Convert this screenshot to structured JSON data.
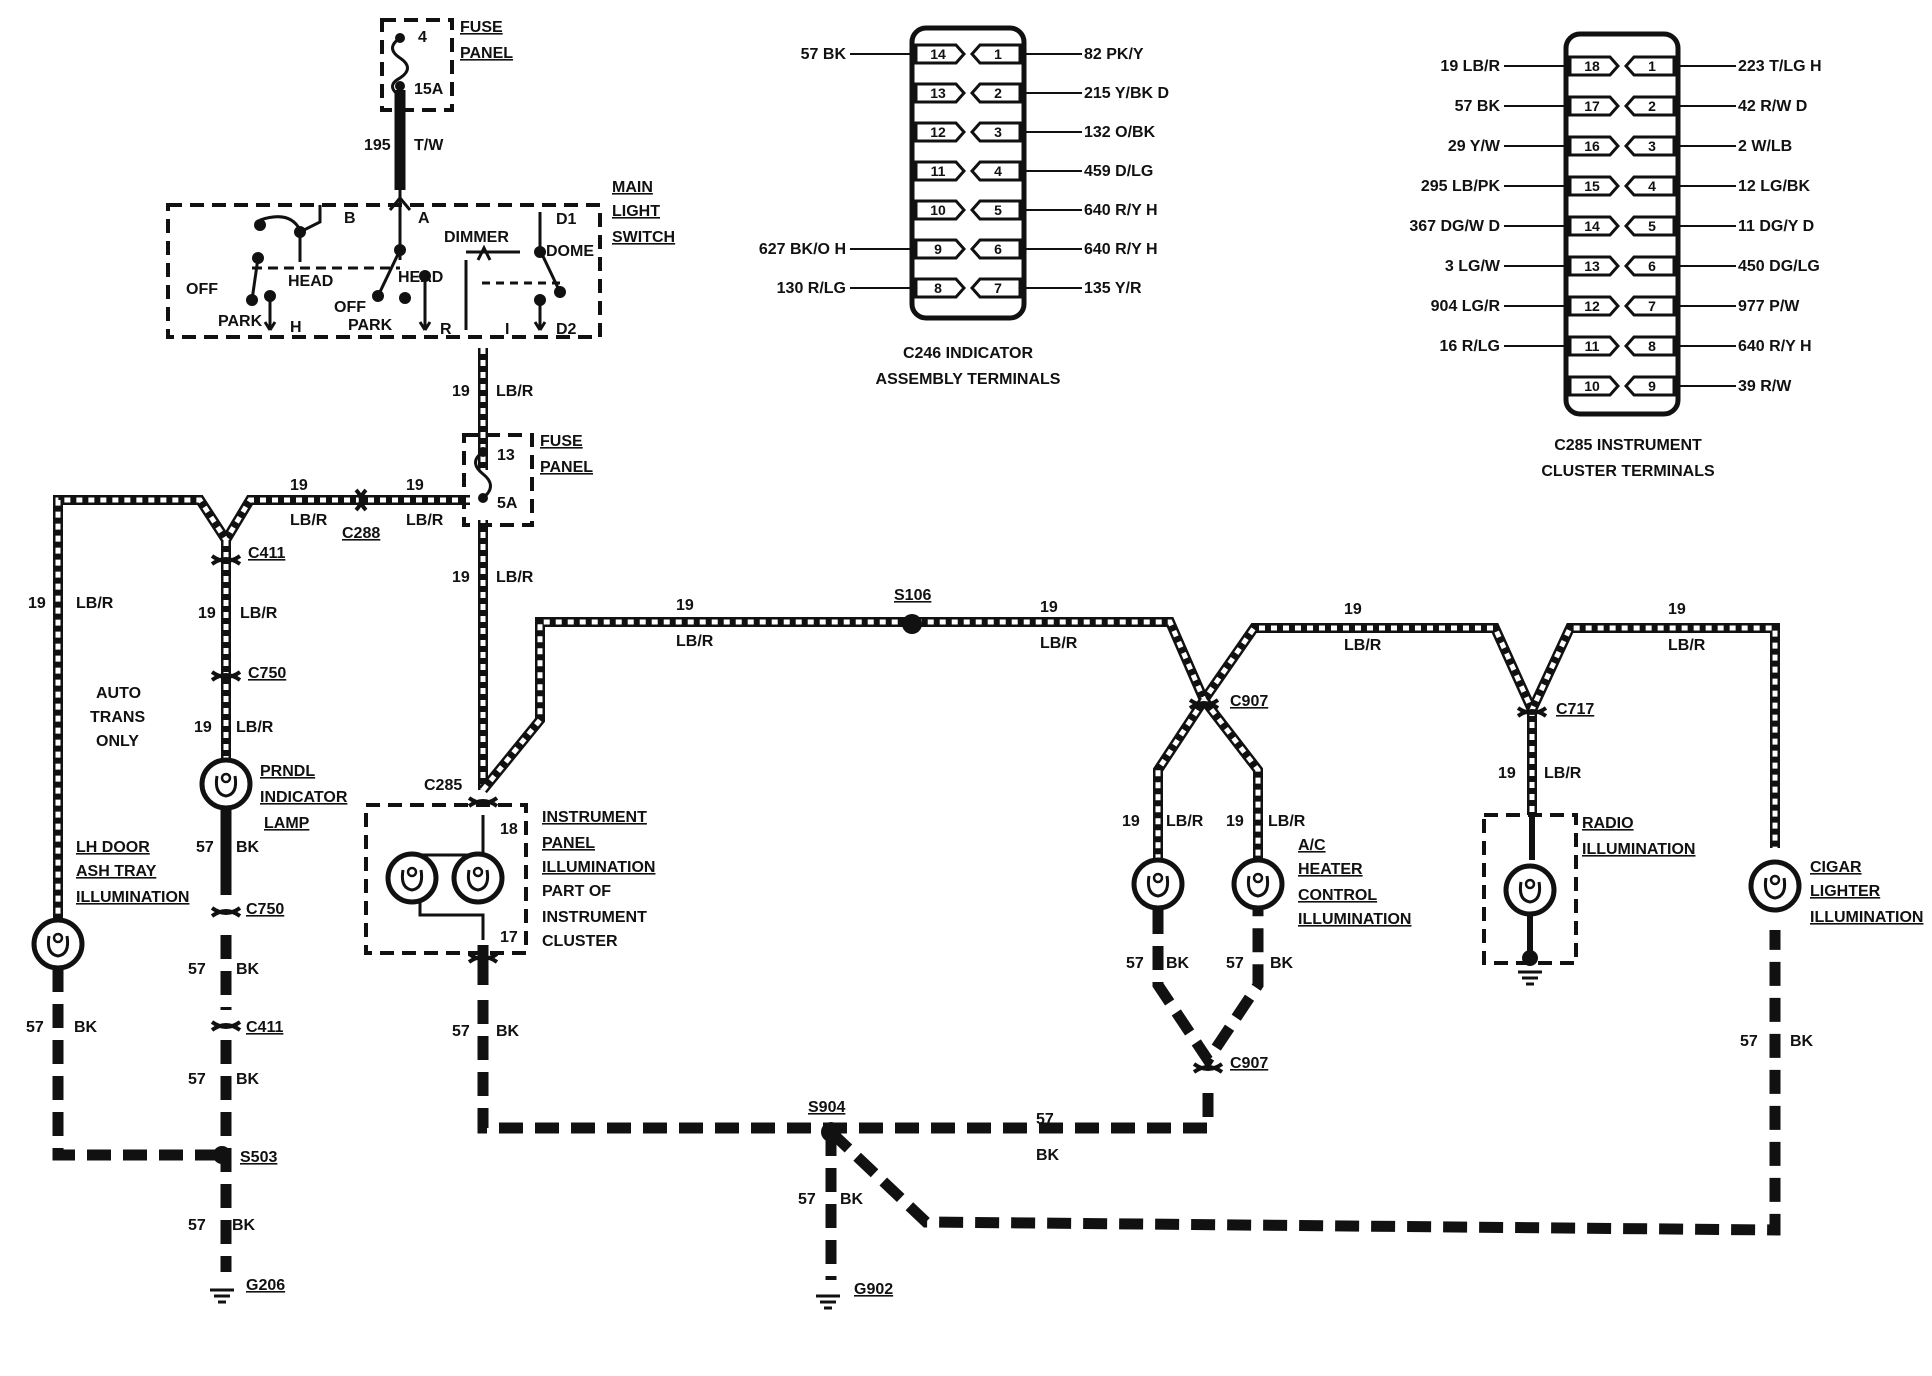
{
  "top_fuse_panel": {
    "title": [
      "FUSE",
      "PANEL"
    ],
    "fuse_number": "4",
    "fuse_rating": "15A"
  },
  "feed_wire": {
    "circuit": "195",
    "color": "T/W"
  },
  "main_light_switch": {
    "title": [
      "MAIN",
      "LIGHT",
      "SWITCH"
    ],
    "terminals": {
      "b": "B",
      "a": "A",
      "d1": "D1",
      "d2": "D2",
      "r": "R",
      "i": "I",
      "h": "H"
    },
    "labels": {
      "off1": "OFF",
      "head1": "HEAD",
      "park1": "PARK",
      "off2": "OFF",
      "head2": "HEAD",
      "park2": "PARK",
      "dimmer": "DIMMER",
      "dome": "DOME"
    }
  },
  "second_fuse_panel": {
    "title": [
      "FUSE",
      "PANEL"
    ],
    "fuse_number": "13",
    "fuse_rating": "5A"
  },
  "circuit_lbr": {
    "number": "19",
    "color": "LB/R"
  },
  "circuit_bk": {
    "number": "57",
    "color": "BK"
  },
  "connectors": {
    "c411": "C411",
    "c288": "C288",
    "c750": "C750",
    "c285": "C285",
    "c907": "C907",
    "c717": "C717"
  },
  "splices": {
    "s106": "S106",
    "s503": "S503",
    "s904": "S904"
  },
  "grounds": {
    "g206": "G206",
    "g902": "G902"
  },
  "pins": {
    "p18": "18",
    "p17": "17"
  },
  "components": {
    "auto_trans": [
      "AUTO",
      "TRANS",
      "ONLY"
    ],
    "prndl": [
      "PRNDL",
      "INDICATOR",
      "LAMP"
    ],
    "lh_door": [
      "LH DOOR",
      "ASH TRAY",
      "ILLUMINATION"
    ],
    "instrument_panel": [
      "INSTRUMENT",
      "PANEL",
      "ILLUMINATION",
      "PART OF",
      "INSTRUMENT",
      "CLUSTER"
    ],
    "ac_heater": [
      "A/C",
      "HEATER",
      "CONTROL",
      "ILLUMINATION"
    ],
    "radio": [
      "RADIO",
      "ILLUMINATION"
    ],
    "cigar": [
      "CIGAR",
      "LIGHTER",
      "ILLUMINATION"
    ]
  },
  "c246_table": {
    "caption": [
      "C246 INDICATOR",
      "ASSEMBLY TERMINALS"
    ],
    "rows": [
      {
        "left_wire": "57 BK",
        "left_pin": "14",
        "right_pin": "1",
        "right_wire": "82 PK/Y"
      },
      {
        "left_wire": "",
        "left_pin": "13",
        "right_pin": "2",
        "right_wire": "215 Y/BK D"
      },
      {
        "left_wire": "",
        "left_pin": "12",
        "right_pin": "3",
        "right_wire": "132 O/BK"
      },
      {
        "left_wire": "",
        "left_pin": "11",
        "right_pin": "4",
        "right_wire": "459 D/LG"
      },
      {
        "left_wire": "",
        "left_pin": "10",
        "right_pin": "5",
        "right_wire": "640 R/Y H"
      },
      {
        "left_wire": "627 BK/O H",
        "left_pin": "9",
        "right_pin": "6",
        "right_wire": "640 R/Y H"
      },
      {
        "left_wire": "130 R/LG",
        "left_pin": "8",
        "right_pin": "7",
        "right_wire": "135 Y/R"
      }
    ]
  },
  "c285_table": {
    "caption": [
      "C285 INSTRUMENT",
      "CLUSTER TERMINALS"
    ],
    "rows": [
      {
        "left_wire": "19 LB/R",
        "left_pin": "18",
        "right_pin": "1",
        "right_wire": "223 T/LG H"
      },
      {
        "left_wire": "57 BK",
        "left_pin": "17",
        "right_pin": "2",
        "right_wire": "42 R/W D"
      },
      {
        "left_wire": "29 Y/W",
        "left_pin": "16",
        "right_pin": "3",
        "right_wire": "2 W/LB"
      },
      {
        "left_wire": "295 LB/PK",
        "left_pin": "15",
        "right_pin": "4",
        "right_wire": "12 LG/BK"
      },
      {
        "left_wire": "367 DG/W D",
        "left_pin": "14",
        "right_pin": "5",
        "right_wire": "11 DG/Y D"
      },
      {
        "left_wire": "3 LG/W",
        "left_pin": "13",
        "right_pin": "6",
        "right_wire": "450 DG/LG"
      },
      {
        "left_wire": "904 LG/R",
        "left_pin": "12",
        "right_pin": "7",
        "right_wire": "977 P/W"
      },
      {
        "left_wire": "16 R/LG",
        "left_pin": "11",
        "right_pin": "8",
        "right_wire": "640 R/Y H"
      },
      {
        "left_wire": "",
        "left_pin": "10",
        "right_pin": "9",
        "right_wire": "39 R/W"
      }
    ]
  }
}
